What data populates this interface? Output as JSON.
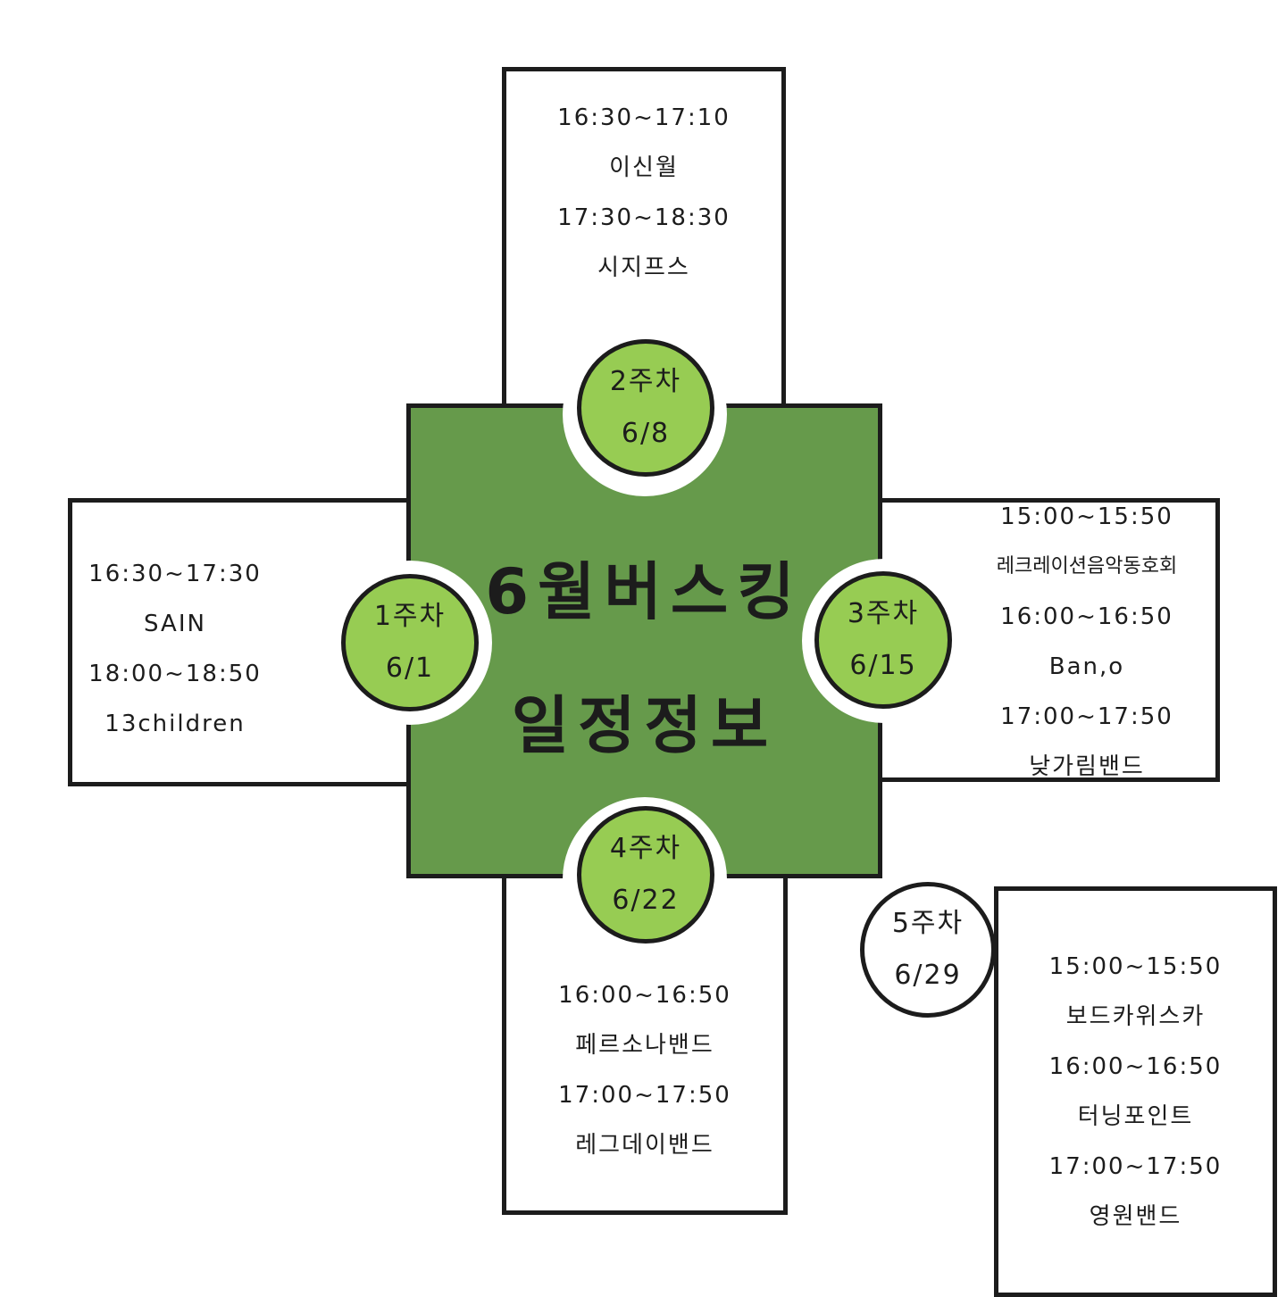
{
  "title": {
    "line1": "6월버스킹",
    "line2": "일정정보"
  },
  "weeks": [
    {
      "label": "1주차",
      "date": "6/1",
      "entries": [
        {
          "time": "16:30~17:30",
          "act": "SAIN"
        },
        {
          "time": "18:00~18:50",
          "act": "13children"
        }
      ]
    },
    {
      "label": "2주차",
      "date": "6/8",
      "entries": [
        {
          "time": "16:30~17:10",
          "act": "이신월"
        },
        {
          "time": "17:30~18:30",
          "act": "시지프스"
        }
      ]
    },
    {
      "label": "3주차",
      "date": "6/15",
      "entries": [
        {
          "time": "15:00~15:50",
          "act": "레크레이션음악동호회"
        },
        {
          "time": "16:00~16:50",
          "act": "Ban,o"
        },
        {
          "time": "17:00~17:50",
          "act": "낮가림밴드"
        }
      ]
    },
    {
      "label": "4주차",
      "date": "6/22",
      "entries": [
        {
          "time": "16:00~16:50",
          "act": "페르소나밴드"
        },
        {
          "time": "17:00~17:50",
          "act": "레그데이밴드"
        }
      ]
    },
    {
      "label": "5주차",
      "date": "6/29",
      "entries": [
        {
          "time": "15:00~15:50",
          "act": "보드카위스카"
        },
        {
          "time": "16:00~16:50",
          "act": "터닝포인트"
        },
        {
          "time": "17:00~17:50",
          "act": "영원밴드"
        }
      ]
    }
  ],
  "colors": {
    "board": "#669a4b",
    "badge": "#97cc53",
    "ink": "#1c1c1c"
  }
}
